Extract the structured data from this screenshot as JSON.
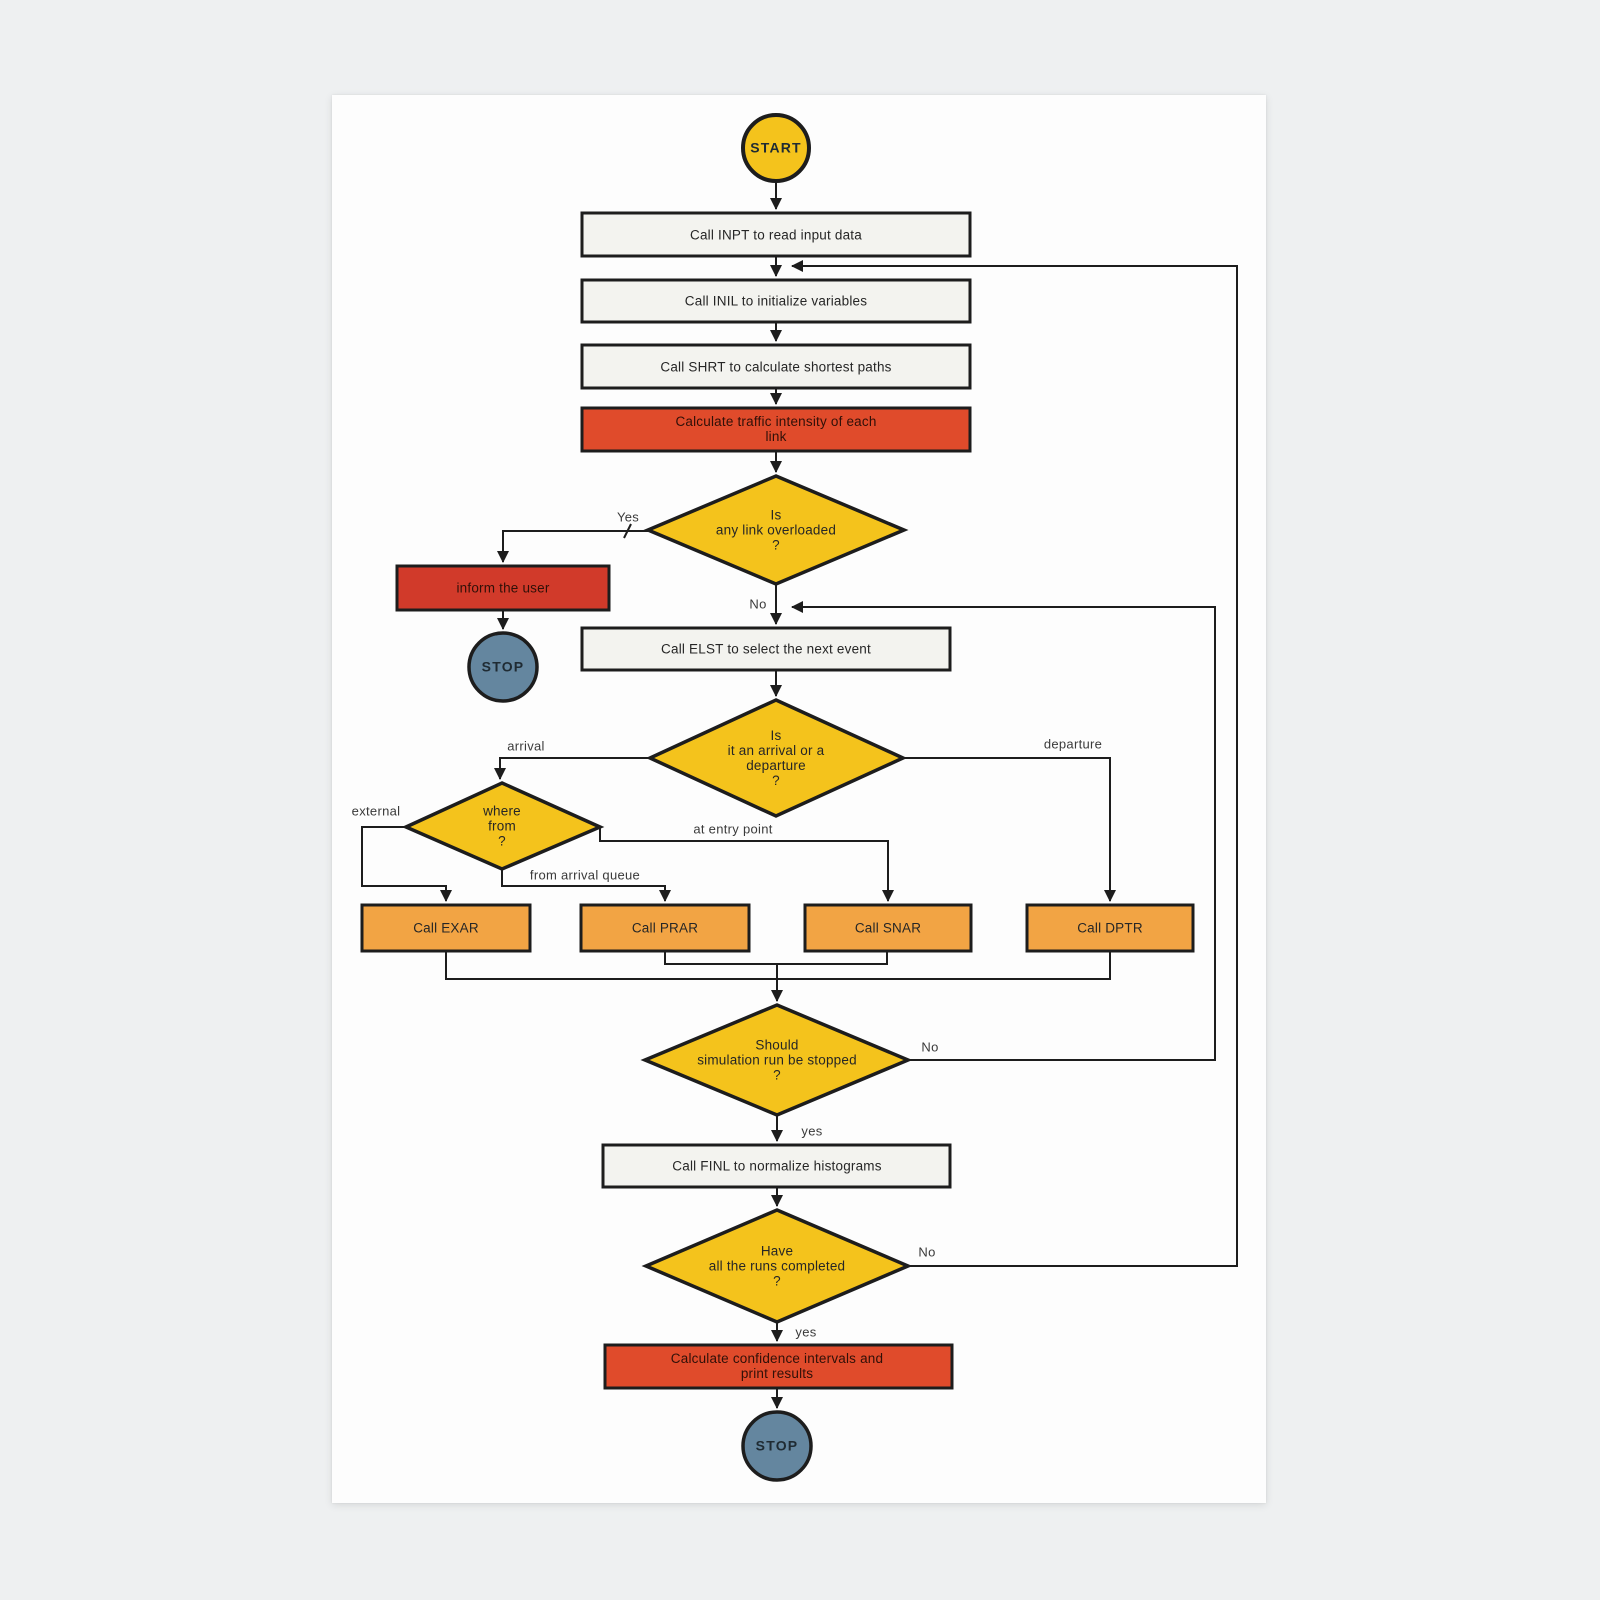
{
  "colors": {
    "canvas_bg": "#eef0f1",
    "paper": "#fdfdfd",
    "yellow": "#f4c31c",
    "orange": "#f2a444",
    "red_orange": "#e04b2b",
    "red": "#d13a2a",
    "slate_blue": "#64869f",
    "box_fill": "#f3f3ef",
    "line": "#1d1d1d",
    "text": "#262626"
  },
  "diagram": {
    "nodes": {
      "start": {
        "label": "START"
      },
      "inpt": {
        "label": "Call INPT to read input data"
      },
      "inil": {
        "label": "Call INIL to initialize variables"
      },
      "shrt": {
        "label": "Call SHRT to calculate shortest paths"
      },
      "traffic": {
        "label": "Calculate traffic intensity of each\nlink"
      },
      "overload": {
        "label": "Is\nany link overloaded\n?"
      },
      "inform": {
        "label": "inform the user"
      },
      "stop1": {
        "label": "STOP"
      },
      "elst": {
        "label": "Call ELST to select the next event"
      },
      "event_type": {
        "label": "Is\nit an arrival or a\ndeparture\n?"
      },
      "where_from": {
        "label": "where\nfrom\n?"
      },
      "exar": {
        "label": "Call EXAR"
      },
      "prar": {
        "label": "Call PRAR"
      },
      "snar": {
        "label": "Call SNAR"
      },
      "dptr": {
        "label": "Call DPTR"
      },
      "stop_check": {
        "label": "Should\nsimulation run be stopped\n?"
      },
      "finl": {
        "label": "Call FINL to normalize histograms"
      },
      "runs_check": {
        "label": "Have\nall the runs completed\n?"
      },
      "confidence": {
        "label": "Calculate confidence intervals and\nprint results"
      },
      "stop2": {
        "label": "STOP"
      }
    },
    "edge_labels": {
      "yes1": "Yes",
      "no1": "No",
      "arrival": "arrival",
      "departure": "departure",
      "external": "external",
      "from_queue": "from arrival queue",
      "entry": "at entry point",
      "no2": "No",
      "yes2": "yes",
      "no3": "No",
      "yes3": "yes"
    }
  }
}
